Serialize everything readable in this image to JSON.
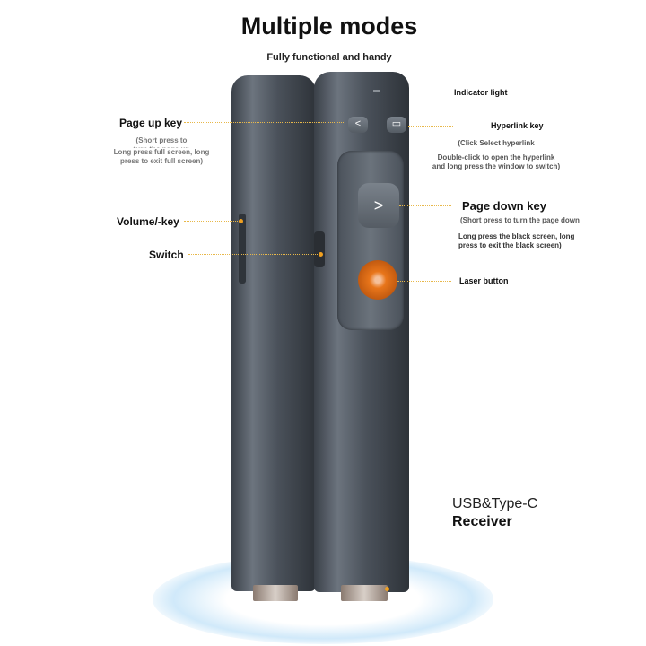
{
  "header": {
    "title": "Multiple modes",
    "subtitle": "Fully functional and handy"
  },
  "labels": {
    "page_up": {
      "title": "Page up key",
      "desc1": "(Short press to",
      "desc2": "turn the page up",
      "desc3": "Long press full screen, long",
      "desc4": "press to exit full screen)"
    },
    "volume": {
      "title": "Volume/-key"
    },
    "switch": {
      "title": "Switch"
    },
    "indicator": {
      "title": "Indicator light"
    },
    "hyperlink": {
      "title": "Hyperlink key",
      "desc1": "(Click Select hyperlink",
      "desc2": "Double-click to open the hyperlink",
      "desc3": "and long press the window to switch)"
    },
    "page_down": {
      "title": "Page down key",
      "desc1": "(Short press to turn the page down",
      "desc2": "Long press the black screen, long",
      "desc3": "press to exit the black screen)"
    },
    "laser": {
      "title": "Laser button"
    },
    "receiver": {
      "line1": "USB&Type-C",
      "line2": "Receiver"
    }
  },
  "device": {
    "page_up_glyph": "<",
    "hyperlink_glyph": "▭",
    "page_down_glyph": ">"
  },
  "colors": {
    "accent": "#f0a020",
    "body": "#4a515a",
    "laser": "#e8751a"
  }
}
